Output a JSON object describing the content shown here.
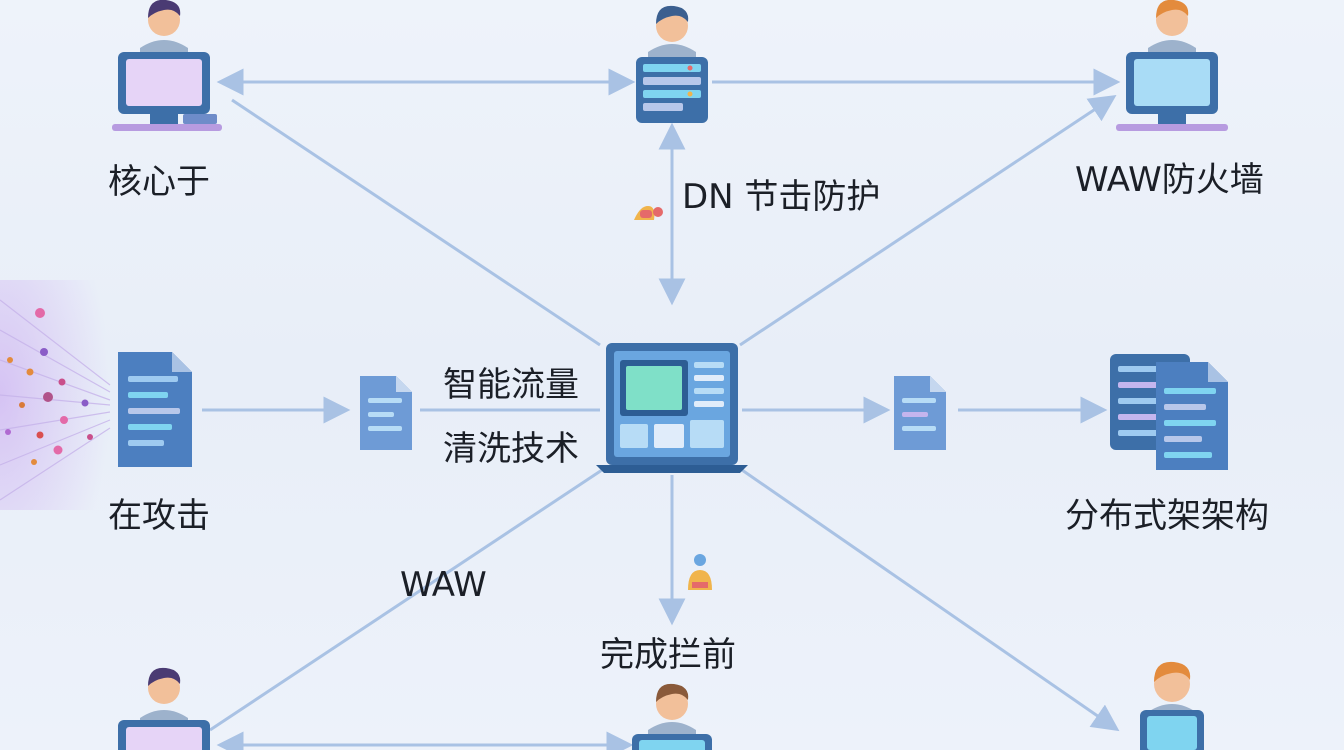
{
  "nodes": {
    "top_left": "核心于",
    "top_mid": "DN 节击防护",
    "top_right": "WAW防火墙",
    "mid_left": "在攻击",
    "center_line1": "智能流量",
    "center_line2": "清洗技术",
    "mid_right": "分布式架架构",
    "bottom_left_edge": "WAW",
    "bottom_mid": "完成拦前"
  },
  "colors": {
    "arrow": "#a9c2e4",
    "device_frame": "#3d6fa8",
    "screen": "#7fd4f0",
    "person_hair": "#4a3b73"
  }
}
